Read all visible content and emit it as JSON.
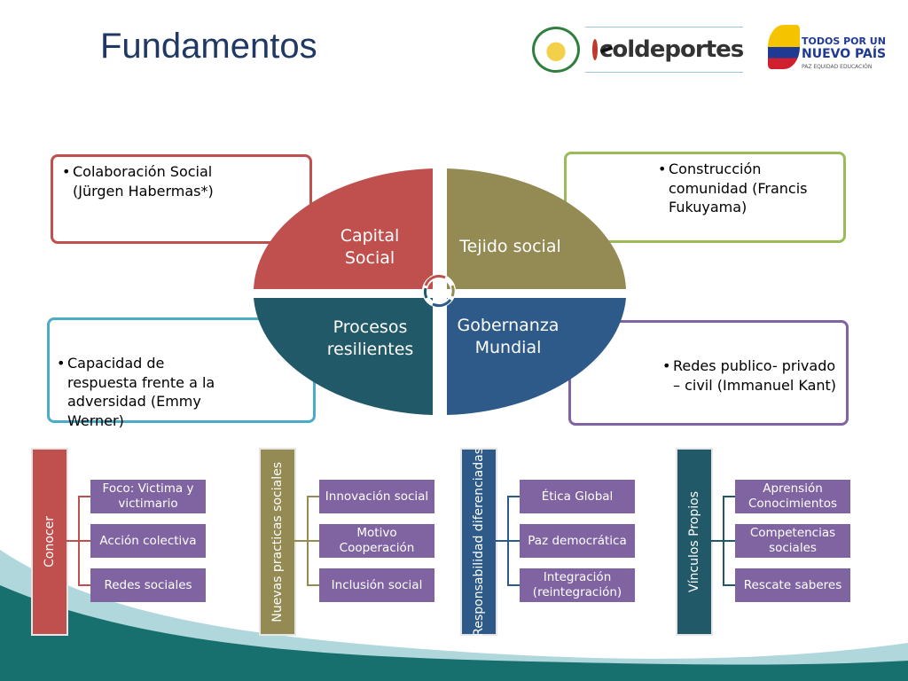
{
  "title": "Fundamentos",
  "logos": {
    "coldeportes": "coldeportes",
    "pais_line1": "TODOS POR UN",
    "pais_line2": "NUEVO PAÍS",
    "pais_line3": "PAZ  EQUIDAD  EDUCACIÓN"
  },
  "boxes": {
    "top_left": "Colaboración Social (Jürgen Habermas*)",
    "top_right": "Construcción comunidad (Francis Fukuyama)",
    "bottom_left": "Capacidad de respuesta frente a la adversidad (Emmy Werner)",
    "bottom_right": "Redes publico- privado – civil (Immanuel Kant)"
  },
  "quadrants": {
    "top_left": "Capital Social",
    "top_right": "Tejido social",
    "bottom_left": "Procesos resilientes",
    "bottom_right": "Gobernanza Mundial"
  },
  "groups": [
    {
      "label": "Conocer",
      "color": "#c0504d",
      "items": [
        "Foco: Victima y victimario",
        "Acción colectiva",
        "Redes sociales"
      ]
    },
    {
      "label": "Nuevas practicas sociales",
      "color": "#948a54",
      "items": [
        "Innovación social",
        "Motivo Cooperación",
        "Inclusión social"
      ]
    },
    {
      "label": "Responsabilidad diferenciadas",
      "color": "#2e5a8a",
      "items": [
        "Ética Global",
        "Paz democrática",
        "Integración (reintegración)"
      ]
    },
    {
      "label": "Vínculos Propios",
      "color": "#215968",
      "items": [
        "Aprensión Conocimientos",
        "Competencias sociales",
        "Rescate saberes"
      ]
    }
  ],
  "colors": {
    "item_fill": "#8064a2",
    "quad_red": "#c0504d",
    "quad_olive": "#948a54",
    "quad_teal": "#215968",
    "quad_blue": "#2e5a8a",
    "footer_teal": "#17706e"
  }
}
